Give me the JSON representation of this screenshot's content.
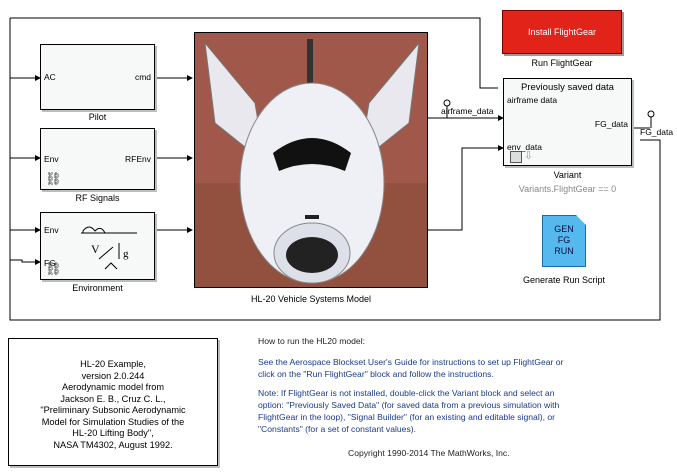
{
  "blocks": {
    "pilot": {
      "in_port": "AC",
      "out_port": "cmd",
      "caption": "Pilot"
    },
    "rf_signals": {
      "in_port": "Env",
      "out_port": "RFEnv",
      "caption": "RF Signals"
    },
    "environment": {
      "in_port_top": "Env",
      "in_port_bottom": "FG",
      "caption": "Environment"
    },
    "vehicle": {
      "caption": "HL-20 Vehicle Systems Model"
    },
    "variant": {
      "title": "Previously saved data",
      "in_port_top": "airframe data",
      "out_port": "FG_data",
      "in_port_bottom": "env_data",
      "caption": "Variant",
      "condition": "Variants.FlightGear == 0"
    },
    "install_fg": {
      "label": "Install FlightGear",
      "caption": "Run FlightGear"
    },
    "gen_script": {
      "line1": "GEN",
      "line2": "FG",
      "line3": "RUN",
      "caption": "Generate Run Script"
    }
  },
  "signals": {
    "airframe": "airframe_data",
    "fg": "FG_data"
  },
  "reference": {
    "lines": [
      "HL-20 Example,",
      "version 2.0.244",
      "Aerodynamic model from",
      "Jackson E. B., Cruz C. L.,",
      "\"Preliminary Subsonic Aerodynamic",
      "Model for Simulation Studies of the",
      "HL-20 Lifting Body\",",
      "NASA TM4302, August 1992."
    ]
  },
  "notes": {
    "heading": "How to run the HL20 model:",
    "para1_l1": "See the Aerospace Blockset User's Guide for instructions to set up FlightGear or",
    "para1_l2": "click on the \"Run FlightGear\" block and follow the instructions.",
    "para2_l1": "Note: If FlightGear is not installed, double-click the Variant block and select an",
    "para2_l2": "option: \"Previously Saved Data\" (for saved data from a previous simulation with",
    "para2_l3": " FlightGear in the loop), \"Signal Builder\" (for an existing and editable signal), or",
    "para2_l4": "\"Constants\" (for a set of constant values).",
    "copyright": "Copyright 1990-2014 The MathWorks, Inc."
  }
}
